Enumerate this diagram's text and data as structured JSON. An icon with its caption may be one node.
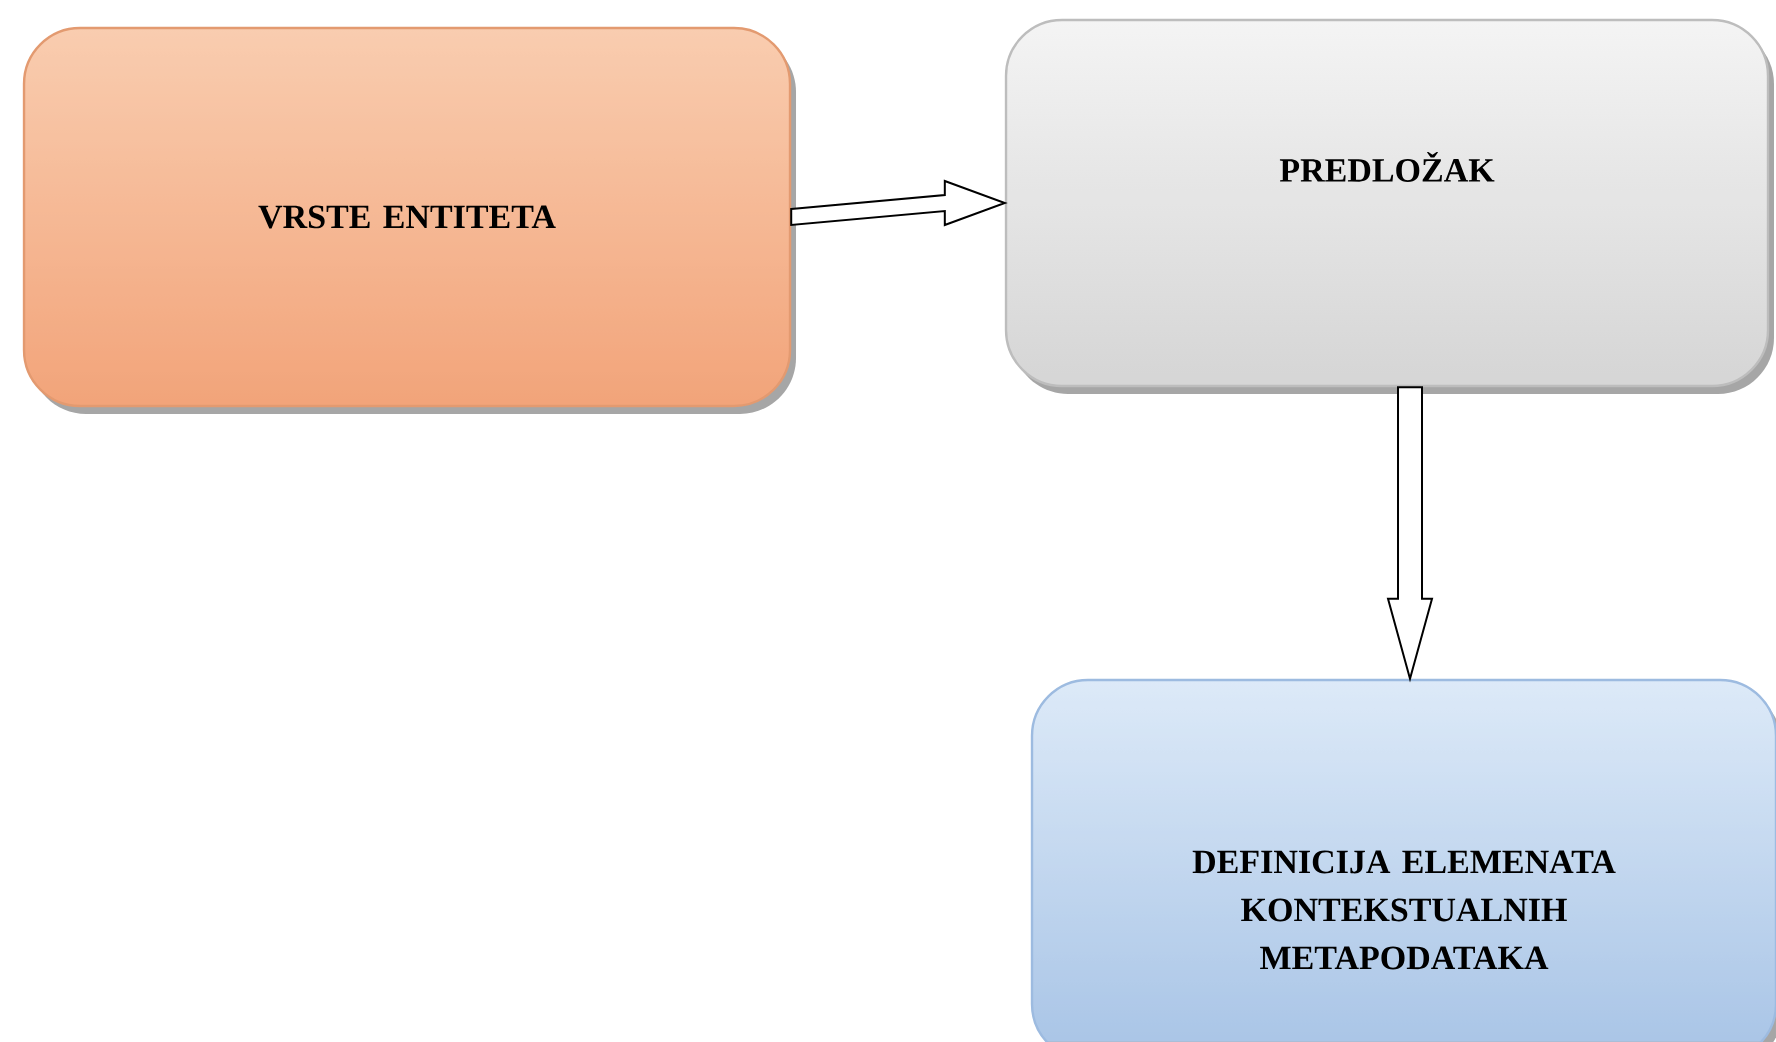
{
  "diagram": {
    "nodes": [
      {
        "text": [
          "VRSTE ENTITETA"
        ]
      },
      {
        "text": [
          "PREDLOŽAK"
        ]
      },
      {
        "text": [
          "DEFINICIJA ELEMENATA KONTEKSTUALNIH METAPODATAKA"
        ]
      }
    ],
    "edges": [
      {
        "from": 0,
        "to": 1,
        "arrow": "to"
      },
      {
        "from": 1,
        "to": 2,
        "arrow": "to"
      }
    ]
  }
}
